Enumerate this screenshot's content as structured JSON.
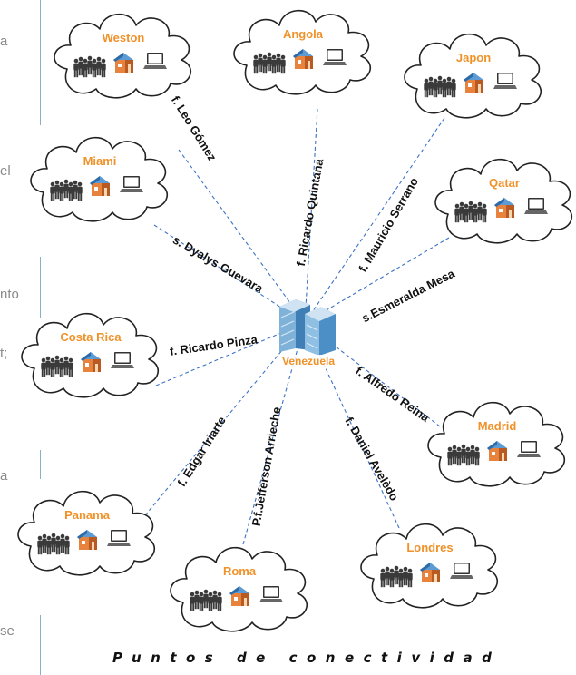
{
  "hub": {
    "name": "Venezuela"
  },
  "nodes": [
    {
      "id": "weston",
      "name": "Weston",
      "link_label": "f. Leo Gómez"
    },
    {
      "id": "angola",
      "name": "Angola",
      "link_label": "f. Ricardo Quintana"
    },
    {
      "id": "japon",
      "name": "Japon",
      "link_label": "f. Mauricio Serrano"
    },
    {
      "id": "miami",
      "name": "Miami",
      "link_label": "s. Dyalys Guevara"
    },
    {
      "id": "qatar",
      "name": "Qatar",
      "link_label": "s.Esmeralda Mesa"
    },
    {
      "id": "costa-rica",
      "name": "Costa Rica",
      "link_label": "f. Ricardo Pinza"
    },
    {
      "id": "madrid",
      "name": "Madrid",
      "link_label": "f. Alfredo Reina"
    },
    {
      "id": "panama",
      "name": "Panama",
      "link_label": "f. Edgar Iriarte"
    },
    {
      "id": "roma",
      "name": "Roma",
      "link_label": "P.f.Jefferson Arrieche"
    },
    {
      "id": "londres",
      "name": "Londres",
      "link_label": "f. Daniel Avelèdo"
    }
  ],
  "side_fragments": [
    "a",
    "el",
    "nto",
    "t;",
    "a",
    "se"
  ],
  "footer": "Puntos de conectividad",
  "colors": {
    "city_label": "#f0922a",
    "link": "#3c72c4",
    "cloud_stroke": "#222222",
    "rule": "#8ab0c8"
  }
}
